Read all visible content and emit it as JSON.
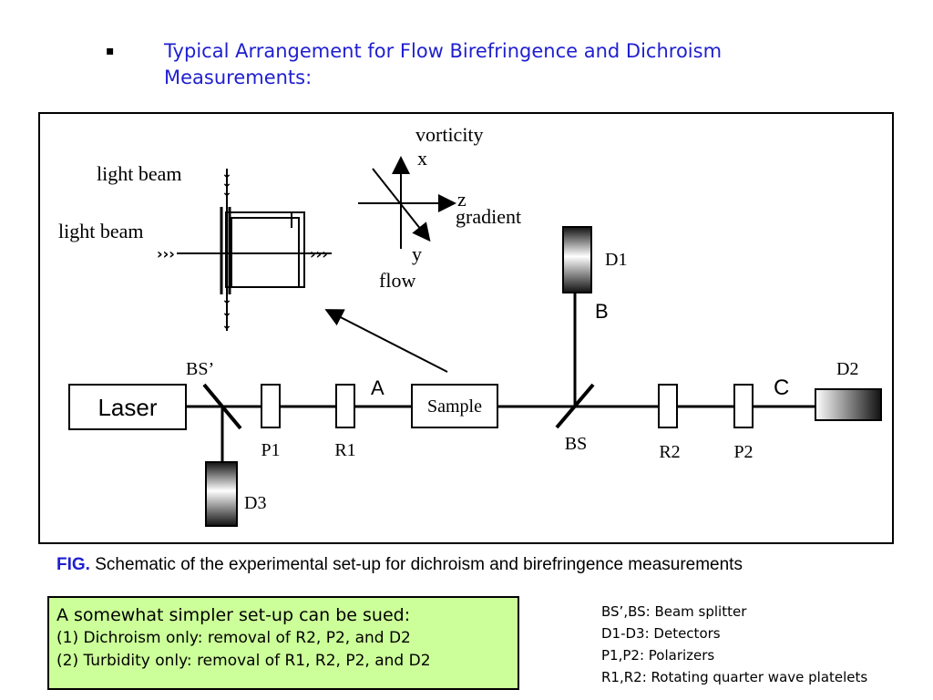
{
  "header": {
    "bullet": "▪",
    "title": "Typical Arrangement for Flow Birefringence and Dichroism Measurements:"
  },
  "figure": {
    "inset": {
      "light_beam_top": "light beam",
      "light_beam_left": "light beam",
      "vorticity": "vorticity",
      "x_axis": "x",
      "z_axis": "z",
      "gradient": "gradient",
      "y_axis": "y",
      "flow": "flow"
    },
    "components": {
      "laser": "Laser",
      "sample": "Sample",
      "bs_prime": "BS’",
      "bs": "BS",
      "p1": "P1",
      "r1": "R1",
      "r2": "R2",
      "p2": "P2",
      "d1": "D1",
      "d2": "D2",
      "d3": "D3",
      "point_a": "A",
      "point_b": "B",
      "point_c": "C"
    }
  },
  "caption": {
    "prefix": "FIG.",
    "text": "Schematic of the experimental set-up for dichroism and birefringence measurements"
  },
  "note": {
    "title": "A somewhat simpler set-up can be sued:",
    "items": [
      "(1) Dichroism only: removal of R2, P2, and D2",
      "(2) Turbidity only: removal of R1, R2, P2, and D2"
    ]
  },
  "legend": {
    "items": [
      "BS’,BS: Beam splitter",
      "D1-D3: Detectors",
      "P1,P2: Polarizers",
      "R1,R2: Rotating quarter wave platelets"
    ]
  }
}
